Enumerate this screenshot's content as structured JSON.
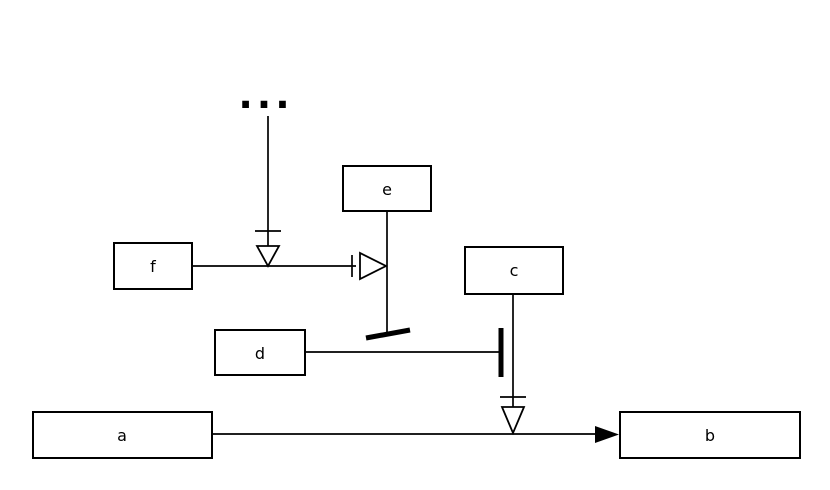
{
  "diagram": {
    "ellipsis": "...",
    "boxes": {
      "a": {
        "label": "a"
      },
      "b": {
        "label": "b"
      },
      "c": {
        "label": "c"
      },
      "d": {
        "label": "d"
      },
      "e": {
        "label": "e"
      },
      "f": {
        "label": "f"
      }
    },
    "colors": {
      "stroke": "#000000",
      "background": "#ffffff"
    }
  }
}
